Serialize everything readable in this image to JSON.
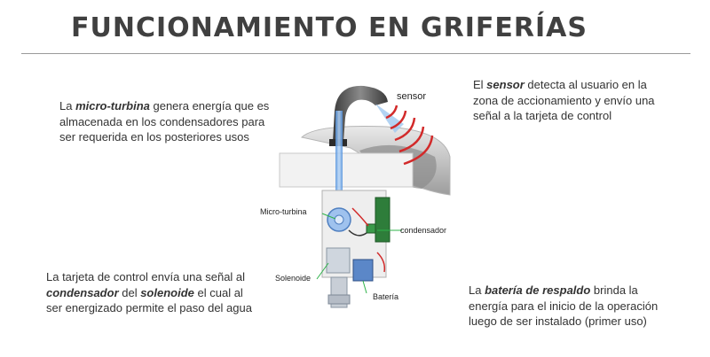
{
  "title": "FUNCIONAMIENTO EN GRIFERÍAS",
  "paragraphs": {
    "turbine": {
      "pre": "La ",
      "em": "micro-turbina",
      "post": " genera energía que es almacenada en los condensadores para ser requerida en los posteriores usos"
    },
    "sensor": {
      "pre": "El ",
      "em": "sensor",
      "post": " detecta al usuario en la zona de accionamiento y envío una señal a la tarjeta de control"
    },
    "control": {
      "pre": "La tarjeta de control envía una señal al ",
      "em1": "condensador",
      "mid": " del ",
      "em2": "solenoide",
      "post": " el cual al ser energizado permite el paso del agua"
    },
    "battery": {
      "pre": "La ",
      "em": "batería de respaldo",
      "post": " brinda la energía para el inicio de la operación luego de ser instalado (primer uso)"
    }
  },
  "diagram_labels": {
    "sensor": "sensor",
    "micro_turbine": "Micro-turbina",
    "capacitor": "condensador",
    "solenoid": "Solenoide",
    "battery": "Batería"
  },
  "colors": {
    "title": "#404040",
    "text": "#333333",
    "water": "#6fa8e8",
    "sensor_waves": "#d22a2a",
    "leader_lines": "#2fb34a"
  }
}
